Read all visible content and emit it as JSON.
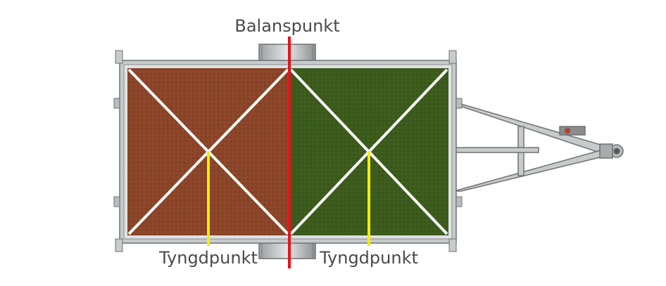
{
  "labels": {
    "balance_point": "Balanspunkt",
    "center_of_gravity_left": "Tyngdpunkt",
    "center_of_gravity_right": "Tyngdpunkt"
  },
  "colors": {
    "left_bed": "#8a4428",
    "right_bed": "#3b5a1c",
    "frame": "#c8cbcc",
    "frame_edge": "#6e7274",
    "diagonals": "#ffffff",
    "balance_line": "#e3141c",
    "gravity_lines": "#f4f000",
    "label_text": "#4a4a4a"
  }
}
